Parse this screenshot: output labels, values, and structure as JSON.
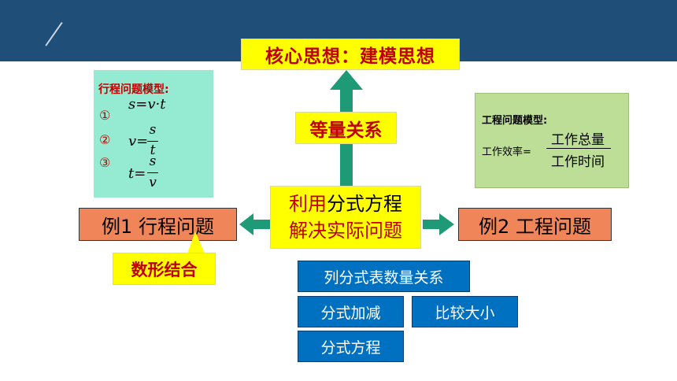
{
  "core": "核心思想：建模思想",
  "relation": "等量关系",
  "center": {
    "line1_red": "利用",
    "line1_black": "分式方程",
    "line2": "解决实际问题"
  },
  "example1": "例1 行程问题",
  "example2": "例2 工程问题",
  "callout": "数形结合",
  "travel_panel": {
    "title": "行程问题模型:",
    "items": [
      {
        "num": "①",
        "formula": "s=v·t"
      },
      {
        "num": "②",
        "lhs": "v=",
        "numerator": "s",
        "denominator": "t"
      },
      {
        "num": "③",
        "lhs": "t=",
        "numerator": "s",
        "denominator": "v"
      }
    ]
  },
  "work_panel": {
    "title": "工程问题模型:",
    "lhs": "工作效率=",
    "numerator": "工作总量",
    "denominator": "工作时间"
  },
  "skills": [
    "列分式表数量关系",
    "分式加减",
    "比较大小",
    "分式方程"
  ],
  "colors": {
    "header": "#1f4e79",
    "arrow": "#1e9a77",
    "yellow": "#ffff00",
    "red_text": "#c00000",
    "orange": "#f0855a",
    "mint": "#95ebd2",
    "green": "#bcde96",
    "blue": "#0070c0"
  }
}
